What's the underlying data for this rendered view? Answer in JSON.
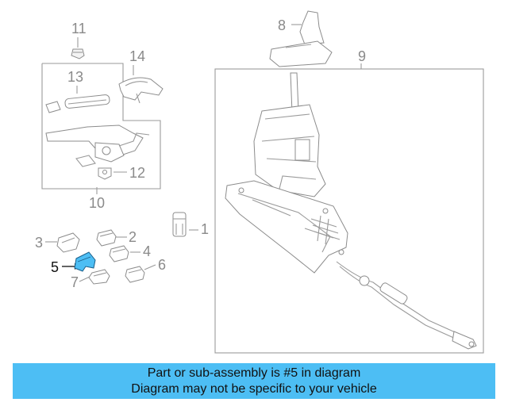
{
  "callouts": [
    "1",
    "2",
    "3",
    "4",
    "5",
    "6",
    "7",
    "8",
    "9",
    "10",
    "11",
    "12",
    "13",
    "14"
  ],
  "highlight": {
    "number": "5",
    "color": "#4dbef4"
  },
  "banner": {
    "line1": "Part or sub-assembly is #5 in diagram",
    "line2": "Diagram may not be specific to your vehicle",
    "color": "#4dbef4"
  }
}
